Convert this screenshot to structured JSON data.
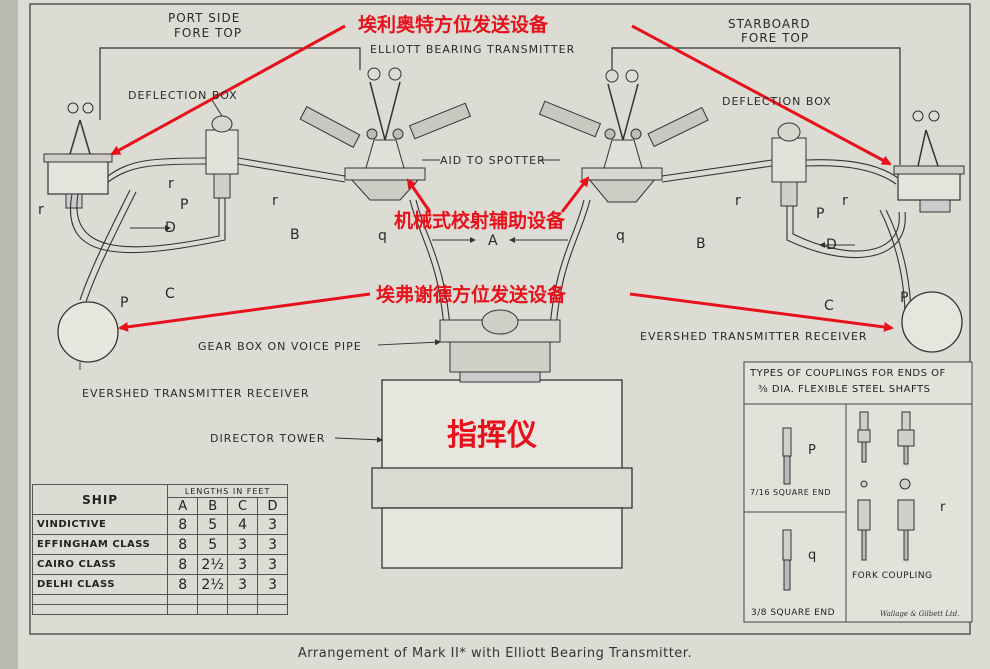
{
  "labels": {
    "port_side": "PORT SIDE",
    "fore_top_left": "FORE TOP",
    "starboard": "STARBOARD",
    "fore_top_right": "FORE TOP",
    "elliott_title": "ELLIOTT BEARING TRANSMITTER",
    "deflection_box_left": "DEFLECTION BOX",
    "deflection_box_right": "DEFLECTION BOX",
    "aid_to_spotter": "AID TO SPOTTER",
    "gear_box": "GEAR BOX ON VOICE PIPE",
    "evershed_left": "EVERSHED TRANSMITTER RECEIVER",
    "evershed_right": "EVERSHED TRANSMITTER RECEIVER",
    "director_tower": "DIRECTOR TOWER"
  },
  "letters": {
    "A": "A",
    "B": "B",
    "C": "C",
    "D": "D",
    "p": "P",
    "q": "q",
    "r": "r"
  },
  "annotations": {
    "elliott": "埃利奥特方位发送设备",
    "mechanical": "机械式校射辅助设备",
    "evershed": "埃弗谢德方位发送设备",
    "director": "指挥仪"
  },
  "table": {
    "ship_header": "SHIP",
    "lengths_header": "LENGTHS IN FEET",
    "columns": [
      "A",
      "B",
      "C",
      "D"
    ],
    "rows": [
      {
        "ship": "VINDICTIVE",
        "values": [
          "8",
          "5",
          "4",
          "3"
        ]
      },
      {
        "ship": "EFFINGHAM CLASS",
        "values": [
          "8",
          "5",
          "3",
          "3"
        ]
      },
      {
        "ship": "CAIRO CLASS",
        "values": [
          "8",
          "2½",
          "3",
          "3"
        ]
      },
      {
        "ship": "DELHI CLASS",
        "values": [
          "8",
          "2½",
          "3",
          "3"
        ]
      }
    ]
  },
  "couplings": {
    "title_line1": "TYPES OF COUPLINGS FOR ENDS OF",
    "title_line2": "⅜ DIA. FLEXIBLE STEEL SHAFTS",
    "square_716": "7/16 SQUARE END",
    "square_38": "3/8 SQUARE END",
    "fork": "FORK COUPLING",
    "p": "P",
    "q": "q",
    "r": "r",
    "publisher": "Wallage & Gilbett Ltd."
  },
  "caption": "Arrangement of Mark II* with Elliott Bearing Transmitter.",
  "colors": {
    "paper": "#dcdcd4",
    "ink": "#2a2a2a",
    "annotation_red": "#e8101a"
  }
}
